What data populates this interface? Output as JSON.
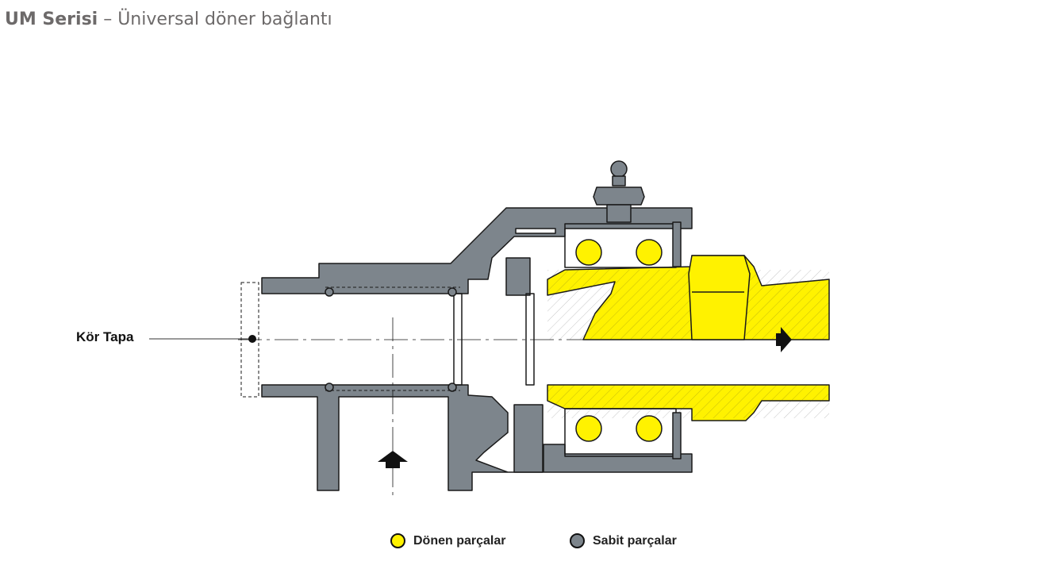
{
  "title": {
    "bold": "UM Serisi",
    "rest": " – Üniversal döner bağlantı"
  },
  "diagram": {
    "callout_label": "Kör Tapa",
    "colors": {
      "rotating": "#fff200",
      "stationary": "#7d858c",
      "outline": "#1a1a1a"
    }
  },
  "legend": [
    {
      "label": "Dönen parçalar",
      "color": "#fff200"
    },
    {
      "label": "Sabit parçalar",
      "color": "#7d858c"
    }
  ]
}
